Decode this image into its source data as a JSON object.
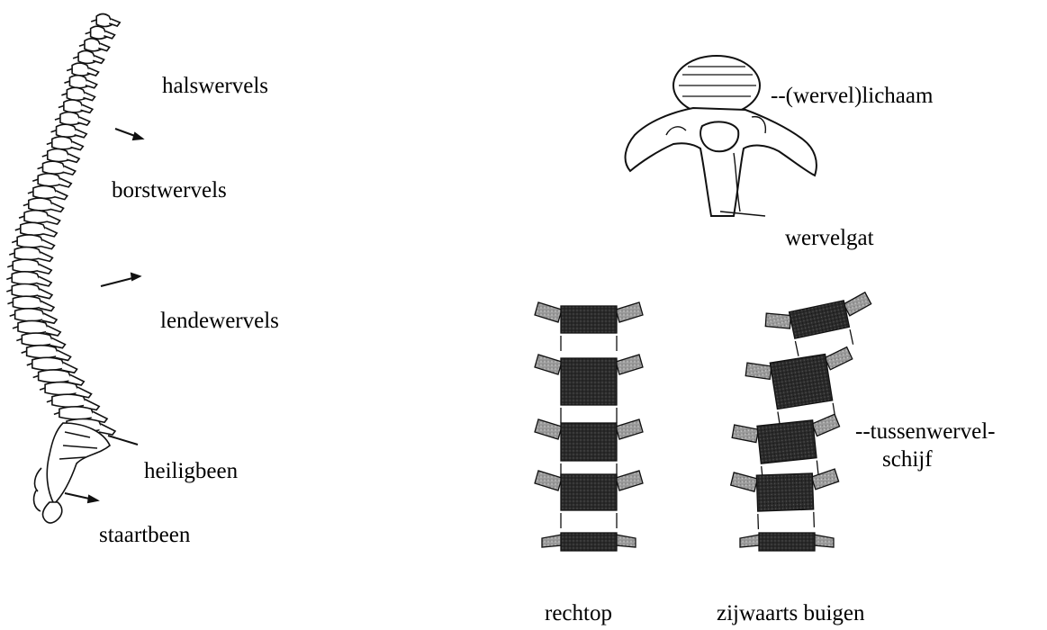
{
  "spine": {
    "labels": {
      "hals": "halswervels",
      "borst": "borstwervels",
      "lende": "lendewervels",
      "heilig": "heiligbeen",
      "staart": "staartbeen"
    }
  },
  "vertebra": {
    "labels": {
      "body": "--(wervel)lichaam",
      "hole": "wervelgat"
    }
  },
  "columns": {
    "disc_label_line1": "--tussenwervel-",
    "disc_label_line2": "schijf",
    "upright_label": "rechtop",
    "bent_label": "zijwaarts buigen"
  }
}
